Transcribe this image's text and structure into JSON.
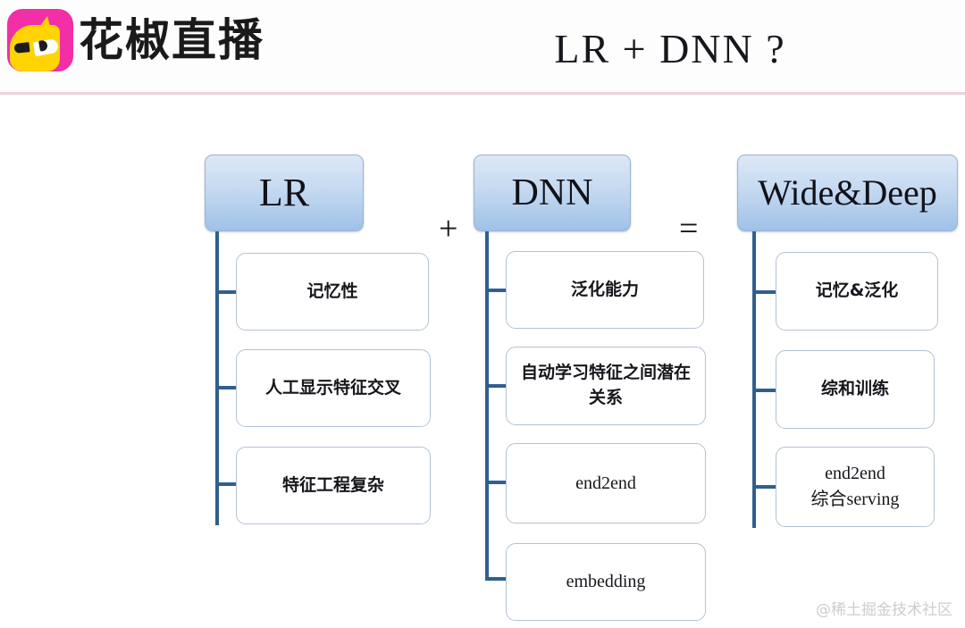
{
  "header": {
    "logo_icon": "huajiao-cat-logo-icon",
    "brand_text": "花椒直播",
    "title": "LR + DNN ?"
  },
  "operators": {
    "plus": "+",
    "equals": "="
  },
  "watermark": "@稀土掘金技术社区",
  "diagram": {
    "type": "three-column-tree",
    "columns": [
      {
        "root": "LR",
        "children": [
          "记忆性",
          "人工显示特征交叉",
          "特征工程复杂"
        ]
      },
      {
        "root": "DNN",
        "children": [
          "泛化能力",
          "自动学习特征之间潜在\n关系",
          "end2end",
          "embedding"
        ]
      },
      {
        "root": "Wide&Deep",
        "children": [
          "记忆&泛化",
          "综和训练",
          "end2end\n综合serving"
        ]
      }
    ]
  },
  "colors": {
    "brand_pink": "#f22fa6",
    "logo_yellow": "#ffd400",
    "divider": "#efd4da",
    "connector_blue": "#2f5f8f",
    "node_border": "#b3c2d6",
    "root_gradient_top": "#dde8f7",
    "root_gradient_bottom": "#9fc1e8"
  }
}
